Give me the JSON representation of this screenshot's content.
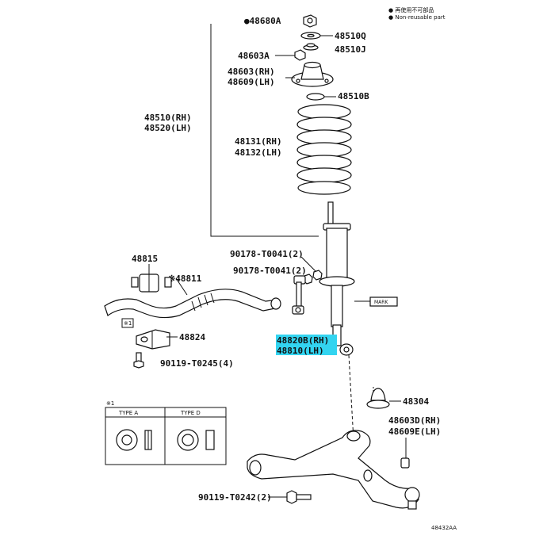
{
  "legend": {
    "line1": "● 再使用不可部品",
    "line2": "● Non-reusable part"
  },
  "labels": {
    "p48680A": "●48680A",
    "p48510Q": "48510Q",
    "p48510J": "48510J",
    "p48603A": "48603A",
    "p48603": "48603(RH)",
    "p48609": "48609(LH)",
    "p48510B": "48510B",
    "p48510": "48510(RH)",
    "p48520": "48520(LH)",
    "p48131": "48131(RH)",
    "p48132": "48132(LH)",
    "p90178a": "90178-T0041(2)",
    "p90178b": "90178-T0041(2)",
    "p48815": "48815",
    "p48811": "※48811",
    "p48824": "48824",
    "p90119a": "90119-T0245(4)",
    "p48820": "48820B(RH)",
    "p48810": "48810(LH)",
    "mark": "MARK",
    "p48304": "48304",
    "p48603D": "48603D(RH)",
    "p48609E": "48609E(LH)",
    "p90119b": "90119-T0242(2)",
    "footer": "48432AA"
  },
  "inset": {
    "ref": "※1",
    "marker": "※1",
    "typeA": "TYPE A",
    "typeD": "TYPE D"
  }
}
